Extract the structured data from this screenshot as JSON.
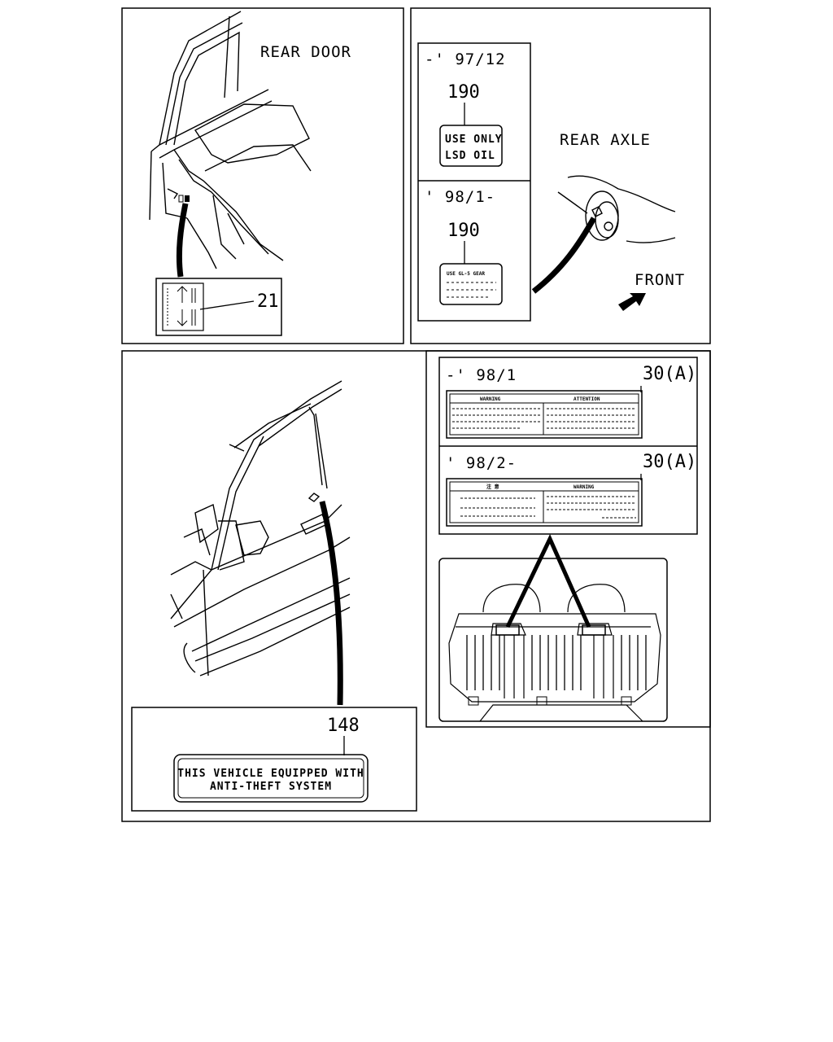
{
  "panels": {
    "rear_door": {
      "title": "REAR DOOR",
      "callout": "21"
    },
    "rear_axle": {
      "title": "REAR AXLE",
      "direction_label": "FRONT",
      "variants": [
        {
          "period": "-' 97/12",
          "part_no": "190",
          "label_lines": [
            "USE ONLY",
            "LSD OIL"
          ]
        },
        {
          "period": "' 98/1-",
          "part_no": "190",
          "label_text": "USE GL-5 GEAR"
        }
      ]
    },
    "front_door": {
      "part_no": "148",
      "label_lines": [
        "THIS VEHICLE EQUIPPED WITH",
        "ANTI-THEFT SYSTEM"
      ]
    },
    "sun_visor": {
      "variants": [
        {
          "period": "-' 98/1",
          "part_no": "30(A)",
          "header_left": "WARNING",
          "header_right": "ATTENTION"
        },
        {
          "period": "' 98/2-",
          "part_no": "30(A)",
          "header_left": "注 意",
          "header_right": "WARNING"
        }
      ]
    }
  },
  "colors": {
    "line": "#000000",
    "background": "#ffffff"
  }
}
